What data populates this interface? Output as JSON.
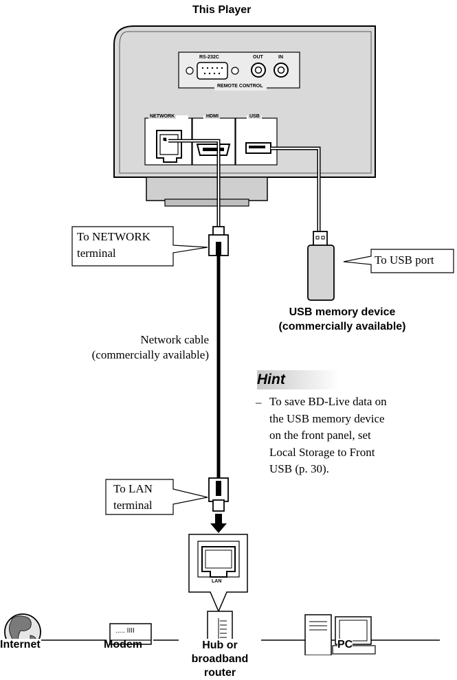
{
  "player_title": "This Player",
  "rear_panel": {
    "rs232c": "RS-232C",
    "remote_out": "OUT",
    "remote_in": "IN",
    "remote_control": "REMOTE CONTROL",
    "network": "NETWORK",
    "hdmi": "HDMI",
    "usb": "USB"
  },
  "callouts": {
    "network_terminal": [
      "To NETWORK",
      "terminal"
    ],
    "usb_port": "To USB port",
    "lan_terminal": [
      "To LAN",
      "terminal"
    ]
  },
  "usb_device": [
    "USB memory device",
    "(commercially available)"
  ],
  "network_cable": [
    "Network cable",
    "(commercially available)"
  ],
  "hint": {
    "title": "Hint",
    "bullet": "–",
    "lines": [
      "To save BD-Live data on",
      "the USB memory device",
      "on the front panel, set",
      "Local Storage to Front",
      "USB (p. 30)."
    ]
  },
  "lan_port_label": "LAN",
  "modem_text": "..... IIII",
  "devices": {
    "internet": "Internet",
    "modem": "Modem",
    "hub": [
      "Hub or",
      "broadband router"
    ],
    "pc": "PC"
  }
}
